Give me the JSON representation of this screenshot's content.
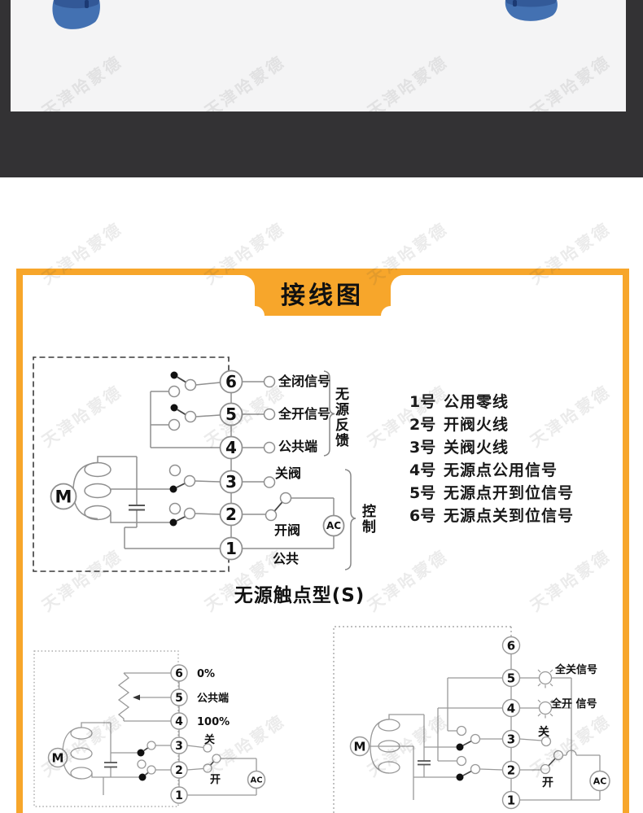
{
  "banner": {
    "title": "接线图"
  },
  "main": {
    "terminals": [
      "6",
      "5",
      "4",
      "3",
      "2",
      "1"
    ],
    "label_t6": "全闭信号",
    "label_t5": "全开信号",
    "label_t4": "公共端",
    "label_t3": "关阀",
    "label_t2": "开阀",
    "label_t1": "公共",
    "brace_feedback": "无源反馈",
    "brace_control": "控制",
    "ac": "AC",
    "motor": "M",
    "caption": "无源触点型(S)"
  },
  "notes": {
    "items": [
      {
        "num": "1号",
        "text": "公用零线"
      },
      {
        "num": "2号",
        "text": "开阀火线"
      },
      {
        "num": "3号",
        "text": "关阀火线"
      },
      {
        "num": "4号",
        "text": "无源点公用信号"
      },
      {
        "num": "5号",
        "text": "无源点开到位信号"
      },
      {
        "num": "6号",
        "text": "无源点关到位信号"
      }
    ]
  },
  "bottom_left": {
    "terminals": [
      "6",
      "5",
      "4",
      "3",
      "2",
      "1"
    ],
    "label_t6": "0%",
    "label_t5": "公共端",
    "label_t4": "100%",
    "label_t3": "关",
    "label_t2": "开",
    "ac": "AC",
    "motor": "M"
  },
  "bottom_right": {
    "terminals": [
      "6",
      "5",
      "4",
      "3",
      "2",
      "1"
    ],
    "label_t5": "全关信号",
    "label_t4": "全开 信号",
    "label_t3": "关",
    "label_t2": "开",
    "ac": "AC",
    "motor": "M"
  },
  "watermarks": {
    "text": "天津哈蒙德",
    "cols": [
      100,
      300,
      500,
      700
    ],
    "rows": [
      105,
      310,
      510,
      712,
      915
    ]
  },
  "colors": {
    "accent_orange": "#f7a62b",
    "hero_dark": "#333234",
    "photo_gray": "#f4f4f5",
    "product_blue": "#4371b2"
  }
}
